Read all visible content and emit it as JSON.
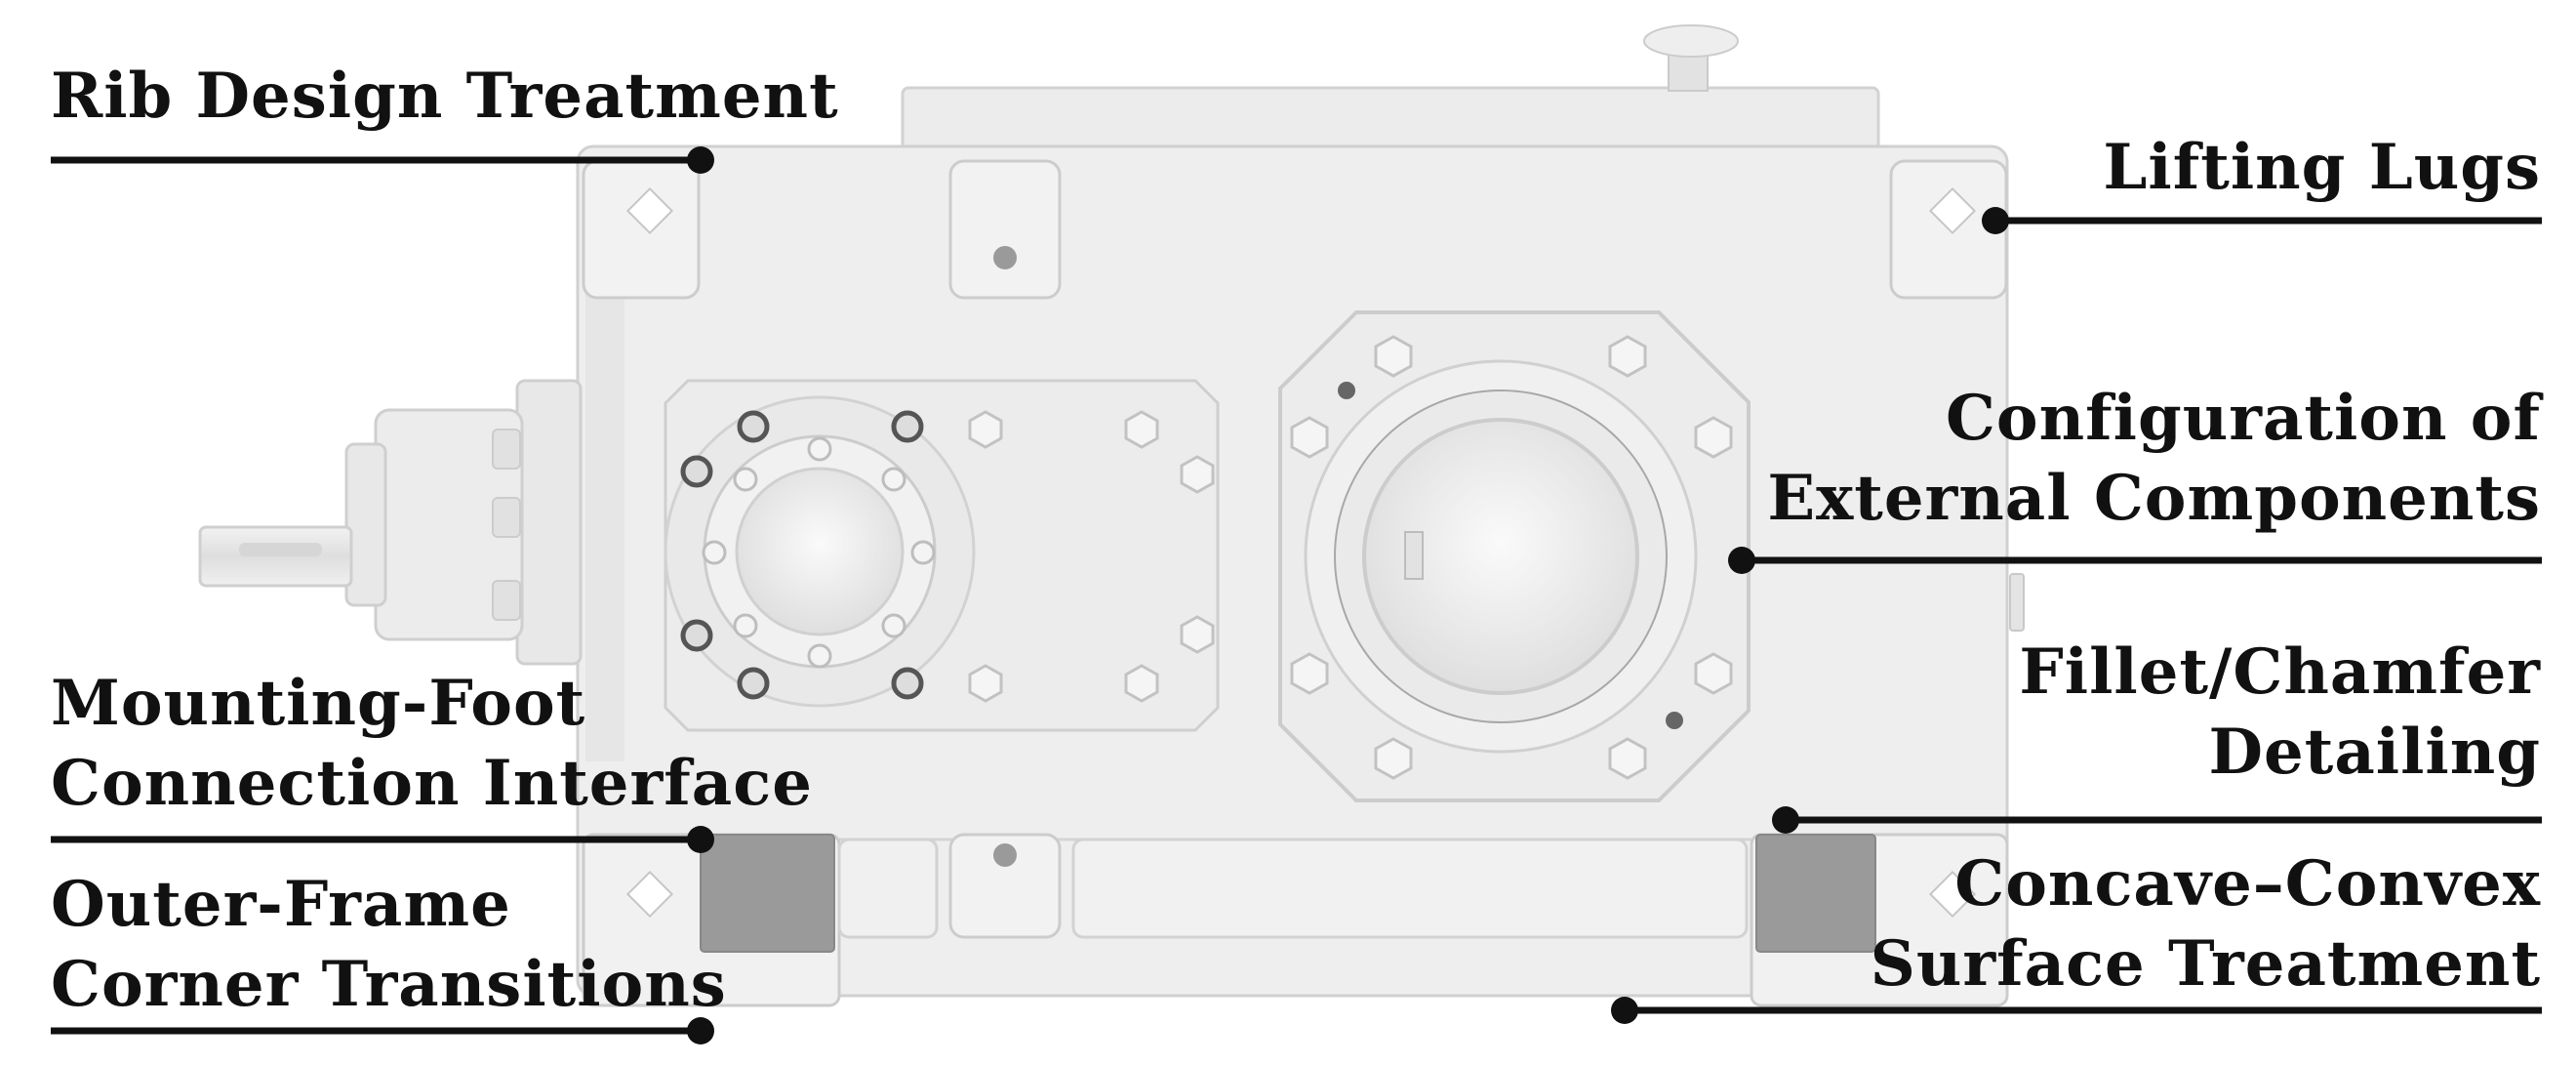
{
  "labels": {
    "rib_design": [
      "Rib Design Treatment"
    ],
    "lifting_lugs": [
      "Lifting Lugs"
    ],
    "external_components": [
      "Configuration of",
      "External Components"
    ],
    "mounting_foot": [
      "Mounting-Foot",
      "Connection Interface"
    ],
    "fillet_chamfer": [
      "Fillet/Chamfer",
      "Detailing"
    ],
    "outer_frame": [
      "Outer-Frame",
      "Corner Transitions"
    ],
    "concave_convex": [
      "Concave–Convex",
      "Surface Treatment"
    ]
  },
  "colors": {
    "text": "#111111",
    "leader": "#111111",
    "body": "#eeeeee",
    "body_shadow": "#cfcfcf",
    "cavity": "#9a9a9a"
  },
  "icons": [
    "gearbox-housing-render",
    "leader-dot"
  ]
}
